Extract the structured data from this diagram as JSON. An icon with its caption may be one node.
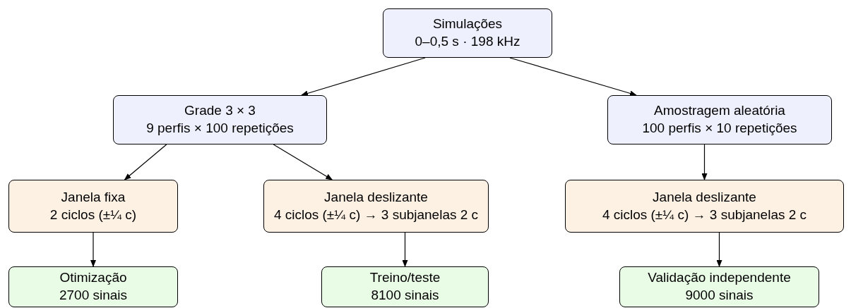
{
  "diagram": {
    "nodes": [
      {
        "text": [
          "Simulações",
          "0–0,5 s · 198 kHz"
        ]
      },
      {
        "text": [
          "Grade 3 × 3",
          "9 perfis × 100 repetições"
        ]
      },
      {
        "text": [
          "Amostragem aleatória",
          "100 perfis × 10 repetições"
        ]
      },
      {
        "text": [
          "Janela fixa",
          "2 ciclos (±¼ c)"
        ]
      },
      {
        "text": [
          "Janela deslizante",
          "4 ciclos (±¼ c) → 3 subjanelas 2 c"
        ]
      },
      {
        "text": [
          "Janela deslizante",
          "4 ciclos (±¼ c) → 3 subjanelas 2 c"
        ]
      },
      {
        "text": [
          "Otimização",
          "2700 sinais"
        ]
      },
      {
        "text": [
          "Treino/teste",
          "8100 sinais"
        ]
      },
      {
        "text": [
          "Validação independente",
          "9000 sinais"
        ]
      }
    ],
    "edges": [
      {
        "from": 0,
        "to": 1,
        "arrow": "to"
      },
      {
        "from": 0,
        "to": 2,
        "arrow": "to"
      },
      {
        "from": 1,
        "to": 3,
        "arrow": "to"
      },
      {
        "from": 1,
        "to": 4,
        "arrow": "to"
      },
      {
        "from": 2,
        "to": 5,
        "arrow": "to"
      },
      {
        "from": 3,
        "to": 6,
        "arrow": "to"
      },
      {
        "from": 4,
        "to": 7,
        "arrow": "to"
      },
      {
        "from": 5,
        "to": 8,
        "arrow": "to"
      }
    ]
  }
}
